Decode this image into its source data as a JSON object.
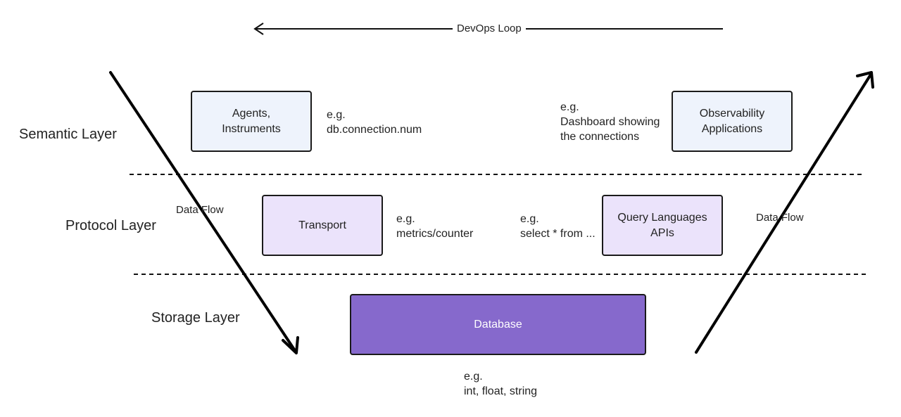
{
  "devops_loop": {
    "label": "DevOps Loop"
  },
  "layers": {
    "semantic": "Semantic Layer",
    "protocol": "Protocol Layer",
    "storage": "Storage Layer"
  },
  "boxes": {
    "agents": "Agents,\nInstruments",
    "observability": "Observability\nApplications",
    "transport": "Transport",
    "query": "Query Languages\nAPIs",
    "database": "Database"
  },
  "notes": {
    "agents_example": "e.g.\ndb.connection.num",
    "observability_example": "e.g.\nDashboard showing\nthe connections",
    "transport_example": "e.g.\nmetrics/counter",
    "query_example": "e.g.\nselect * from ...",
    "database_example": "e.g.\nint, float, string"
  },
  "flows": {
    "left": "Data Flow",
    "right": "Data Flow"
  },
  "colors": {
    "semantic_fill": "#eef3fc",
    "protocol_fill": "#ebe3fb",
    "storage_fill": "#8669cc",
    "storage_text": "#ffffff",
    "line": "#111111"
  }
}
